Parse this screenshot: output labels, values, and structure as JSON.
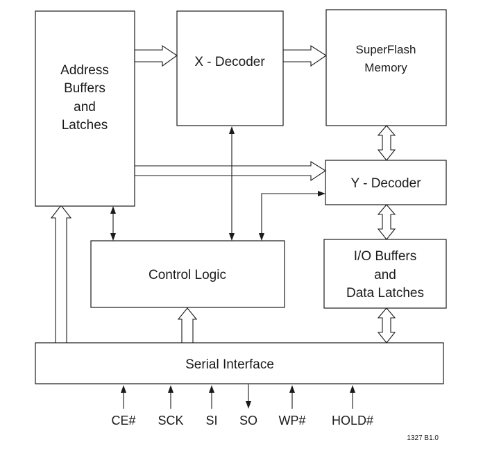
{
  "blocks": {
    "address_buffers": [
      "Address",
      "Buffers",
      "and",
      "Latches"
    ],
    "x_decoder": [
      "X - Decoder"
    ],
    "superflash_memory": [
      "SuperFlash",
      "Memory"
    ],
    "y_decoder": [
      "Y - Decoder"
    ],
    "control_logic": [
      "Control Logic"
    ],
    "io_buffers": [
      "I/O Buffers",
      "and",
      "Data Latches"
    ],
    "serial_interface": [
      "Serial Interface"
    ]
  },
  "pins": [
    "CE#",
    "SCK",
    "SI",
    "SO",
    "WP#",
    "HOLD#"
  ],
  "pin_directions": [
    "in",
    "in",
    "in",
    "out",
    "in",
    "in"
  ],
  "figure_id": "1327 B1.0",
  "colors": {
    "stroke": "#1a1a1a",
    "fill": "#ffffff"
  }
}
